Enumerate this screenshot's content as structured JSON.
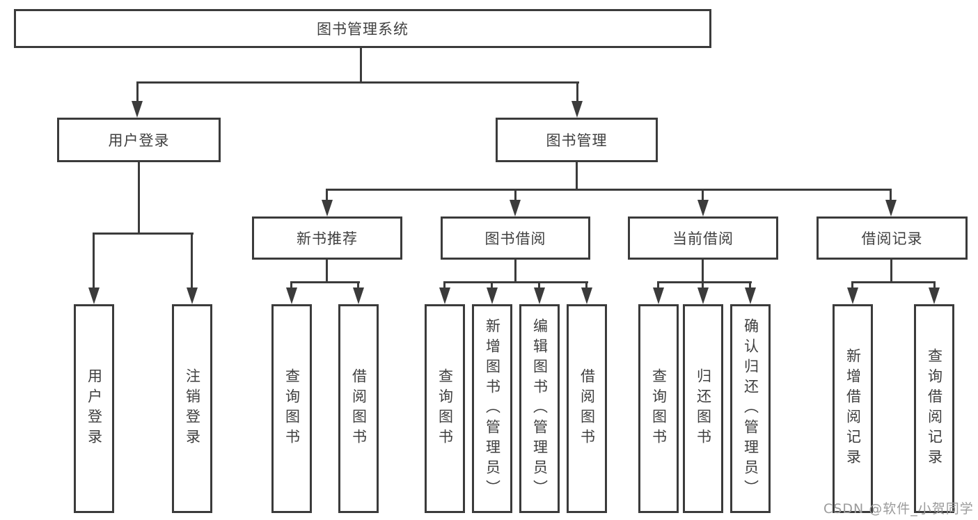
{
  "diagram": {
    "type": "hierarchy-tree",
    "colors": {
      "line": "#3b3b3b",
      "text": "#3f3f3f",
      "box_background": "#ffffff",
      "page_background": "#ffffff",
      "watermark_text": "#9b9b9b"
    },
    "root": {
      "label": "图书管理系统"
    },
    "level2": [
      {
        "id": "user-login",
        "label": "用户登录"
      },
      {
        "id": "book-management",
        "label": "图书管理"
      }
    ],
    "level3": [
      {
        "id": "new-book-recommend",
        "label": "新书推荐",
        "parent": "book-management"
      },
      {
        "id": "book-borrowing",
        "label": "图书借阅",
        "parent": "book-management"
      },
      {
        "id": "current-borrowing",
        "label": "当前借阅",
        "parent": "book-management"
      },
      {
        "id": "borrowing-records",
        "label": "借阅记录",
        "parent": "book-management"
      }
    ],
    "leaves": {
      "user_login": [
        {
          "label": "用户登录"
        },
        {
          "label": "注销登录"
        }
      ],
      "new_book_recommend": [
        {
          "label": "查询图书"
        },
        {
          "label": "借阅图书"
        }
      ],
      "book_borrowing": [
        {
          "label": "查询图书"
        },
        {
          "label": "新增图书（管理员）"
        },
        {
          "label": "编辑图书（管理员）"
        },
        {
          "label": "借阅图书"
        }
      ],
      "current_borrowing": [
        {
          "label": "查询图书"
        },
        {
          "label": "归还图书"
        },
        {
          "label": "确认归还（管理员）"
        }
      ],
      "borrowing_records": [
        {
          "label": "新增借阅记录"
        },
        {
          "label": "查询借阅记录"
        }
      ]
    }
  },
  "watermark": {
    "text": "CSDN @软件_小贺同学"
  }
}
